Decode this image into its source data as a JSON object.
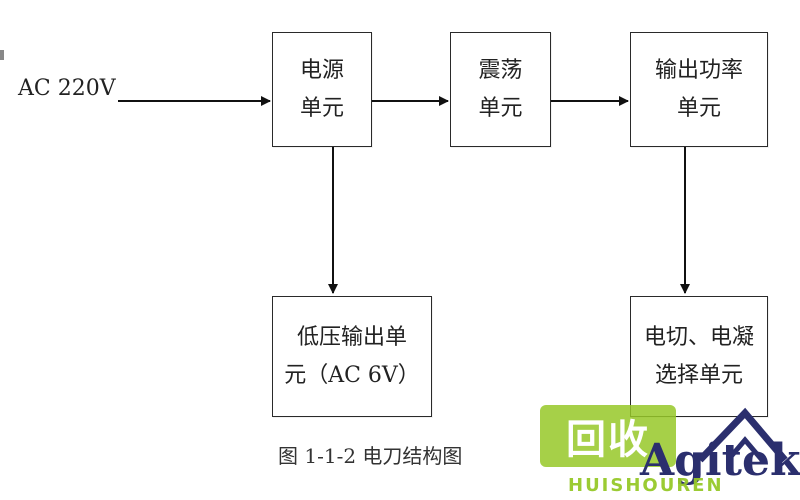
{
  "input": {
    "label": "AC 220V"
  },
  "nodes": {
    "power": {
      "line1": "电源",
      "line2": "单元"
    },
    "osc": {
      "line1": "震荡",
      "line2": "单元"
    },
    "output": {
      "line1": "输出功率",
      "line2": "单元"
    },
    "lowv": {
      "line1": "低压输出单",
      "line2": "元（AC 6V）"
    },
    "select": {
      "line1": "电切、电凝",
      "line2": "选择单元"
    }
  },
  "caption": "图 1-1-2 电刀结构图",
  "watermark": {
    "badge": "回收",
    "brand": "Agitek",
    "site": "HUISHOUREN"
  }
}
